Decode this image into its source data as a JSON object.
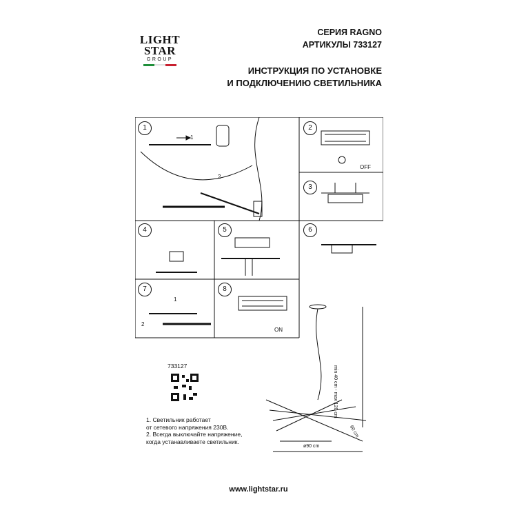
{
  "brand": {
    "line1": "LIGHT",
    "line2": "STAR",
    "line3": "GROUP",
    "flag_colors": [
      "#1f8f3a",
      "#ffffff",
      "#c8202f"
    ]
  },
  "header": {
    "series": "СЕРИЯ RAGNO",
    "articles": "АРТИКУЛЫ 733127",
    "title_line1": "ИНСТРУКЦИЯ ПО УСТАНОВКЕ",
    "title_line2": "И ПОДКЛЮЧЕНИЮ СВЕТИЛЬНИКА"
  },
  "steps": [
    "1",
    "2",
    "3",
    "4",
    "5",
    "6",
    "7",
    "8"
  ],
  "sub_steps": [
    "1",
    "2",
    "1",
    "2"
  ],
  "switch_labels": {
    "off": "OFF",
    "on": "ON"
  },
  "article_number": "733127",
  "notes": [
    "1. Светильник работает",
    "от сетевого напряжения 230В.",
    "2. Всегда выключайте напряжение,",
    "когда устанавливаете светильник."
  ],
  "dimensions": {
    "height": "min 40 cm - max 120 cm",
    "diameter": "ø90 cm",
    "depth": "60 cm"
  },
  "footer": {
    "url": "www.lightstar.ru"
  }
}
